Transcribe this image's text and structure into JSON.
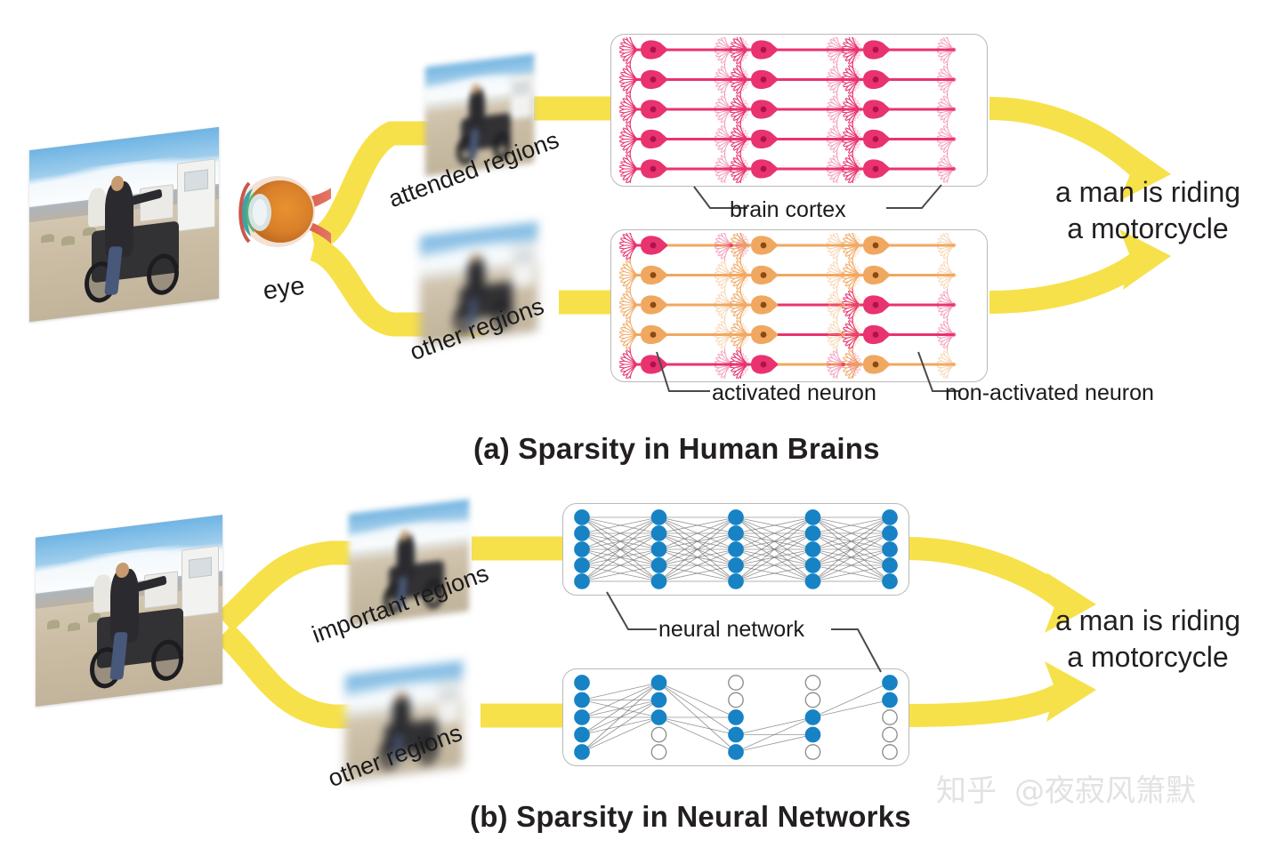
{
  "figure": {
    "panel_a_caption": "(a) Sparsity in Human Brains",
    "panel_b_caption": "(b) Sparsity in Neural Networks",
    "output_line1": "a man is riding",
    "output_line2": "a motorcycle"
  },
  "panel_a": {
    "eye_label": "eye",
    "attended_label": "attended regions",
    "other_label": "other regions",
    "cortex_label": "brain cortex",
    "activated_label": "activated neuron",
    "non_activated_label": "non-activated neuron"
  },
  "panel_b": {
    "important_label": "important regions",
    "other_label": "other regions",
    "network_label": "neural network"
  },
  "watermark": {
    "logo": "知乎",
    "handle": "@夜寂风箫默"
  },
  "colors": {
    "arrow_yellow": "#F7E14A",
    "neuron_active": "#E8336E",
    "neuron_inactive": "#F0A860",
    "node_active": "#1783C4",
    "node_inactive": "#FFFFFF",
    "edge_gray": "#6E6E6E",
    "panel_border": "#B9B9B9",
    "text_dark": "#231F20",
    "watermark_gray": "#E2E2E2"
  },
  "chart_data": {
    "type": "diagram",
    "title": "Sparsity in Human Brains and Neural Networks",
    "cortex_dense": {
      "rows": 5,
      "soma_columns": 3,
      "all_activated": true,
      "activation_matrix": [
        [
          1,
          1,
          1
        ],
        [
          1,
          1,
          1
        ],
        [
          1,
          1,
          1
        ],
        [
          1,
          1,
          1
        ],
        [
          1,
          1,
          1
        ]
      ]
    },
    "cortex_sparse": {
      "rows": 5,
      "soma_columns": 3,
      "activation_matrix": [
        [
          1,
          0,
          0
        ],
        [
          0,
          0,
          0
        ],
        [
          0,
          0,
          1
        ],
        [
          0,
          0,
          1
        ],
        [
          1,
          1,
          0
        ]
      ]
    },
    "network_dense": {
      "layers": 5,
      "nodes_per_layer": 5,
      "active_mask": [
        [
          1,
          1,
          1,
          1,
          1
        ],
        [
          1,
          1,
          1,
          1,
          1
        ],
        [
          1,
          1,
          1,
          1,
          1
        ],
        [
          1,
          1,
          1,
          1,
          1
        ],
        [
          1,
          1,
          1,
          1,
          1
        ]
      ],
      "fully_connected": true
    },
    "network_sparse": {
      "layers": 5,
      "nodes_per_layer": 5,
      "active_mask": [
        [
          1,
          1,
          1,
          1,
          1
        ],
        [
          1,
          1,
          1,
          0,
          0
        ],
        [
          0,
          0,
          1,
          1,
          1
        ],
        [
          0,
          0,
          1,
          1,
          0
        ],
        [
          1,
          1,
          0,
          0,
          0
        ]
      ],
      "fully_connected": false
    }
  }
}
